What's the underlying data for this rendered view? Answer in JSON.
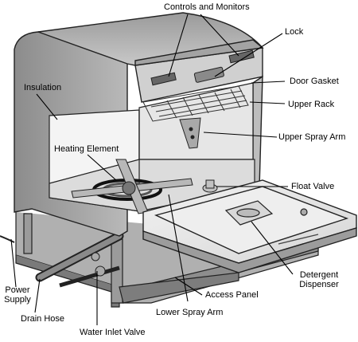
{
  "diagram": {
    "labels": {
      "controls_and_monitors": "Controls and Monitors",
      "lock": "Lock",
      "insulation": "Insulation",
      "door_gasket": "Door Gasket",
      "upper_rack": "Upper Rack",
      "upper_spray_arm": "Upper Spray Arm",
      "heating_element": "Heating Element",
      "float_valve": "Float Valve",
      "detergent_dispenser": "Detergent Dispenser",
      "access_panel": "Access Panel",
      "lower_spray_arm": "Lower Spray Arm",
      "power_supply": "Power Supply",
      "drain_hose": "Drain Hose",
      "water_inlet_valve": "Water Inlet Valve"
    }
  }
}
